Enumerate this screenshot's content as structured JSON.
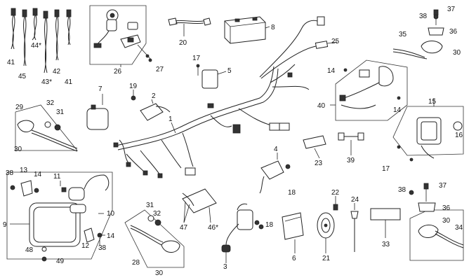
{
  "parts": {
    "p1": "1",
    "p2": "2",
    "p3": "3",
    "p4": "4",
    "p5": "5",
    "p6": "6",
    "p7": "7",
    "p8": "8",
    "p9": "9",
    "p10": "10",
    "p11": "11",
    "p12": "12",
    "p13": "13",
    "p14a": "14",
    "p14b": "14",
    "p14c": "14",
    "p14d": "14",
    "p15": "15",
    "p16": "16",
    "p17a": "17",
    "p17b": "17",
    "p18a": "18",
    "p18b": "18",
    "p19": "19",
    "p20": "20",
    "p21": "21",
    "p22": "22",
    "p23": "23",
    "p24": "24",
    "p25": "25",
    "p26": "26",
    "p27": "27",
    "p28": "28",
    "p29": "29",
    "p30a": "30",
    "p30b": "30",
    "p30c": "30",
    "p30d": "30",
    "p31a": "31",
    "p31b": "31",
    "p32a": "32",
    "p32b": "32",
    "p33": "33",
    "p34": "34",
    "p35": "35",
    "p36a": "36",
    "p36b": "36",
    "p37a": "37",
    "p37b": "37",
    "p38a": "38",
    "p38b": "38",
    "p38c": "38",
    "p38d": "38",
    "p39": "39",
    "p40": "40",
    "p41a": "41",
    "p41b": "41",
    "p42": "42",
    "p43": "43*",
    "p44": "44*",
    "p45": "45",
    "p46": "46*",
    "p47": "47",
    "p48": "48",
    "p49": "49"
  }
}
